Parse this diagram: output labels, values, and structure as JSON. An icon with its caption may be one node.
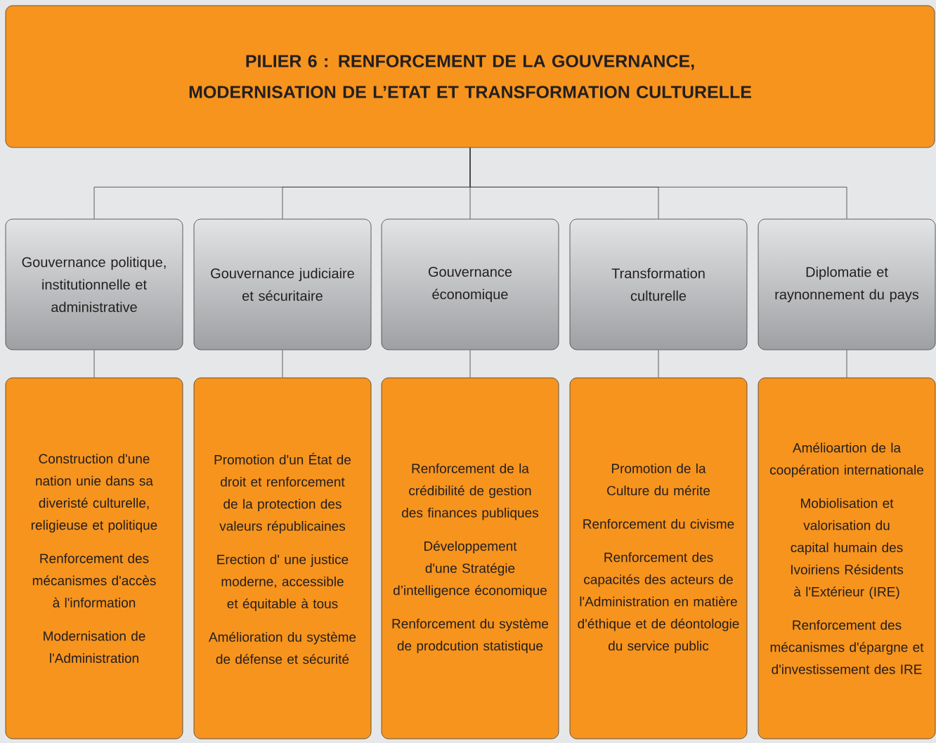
{
  "diagram": {
    "nodes": [
      {
        "text": [
          "PILIER 6 : RENFORCEMENT DE LA GOUVERNANCE, MODERNISATION DE L’ETAT ET TRANSFORMATION CULTURELLE"
        ]
      },
      {
        "text": [
          "Gouvernance politique, institutionnelle et administrative"
        ]
      },
      {
        "text": [
          "Gouvernance judiciaire et sécuritaire"
        ]
      },
      {
        "text": [
          "Gouvernance économique"
        ]
      },
      {
        "text": [
          "Transformation culturelle"
        ]
      },
      {
        "text": [
          "Diplomatie et raynonnement du pays"
        ]
      },
      {
        "text": [
          "Construction d'une nation unie dans sa diveristé culturelle, religieuse et politique",
          "Renforcement des mécanismes d'accès à l'information",
          "Modernisation de l'Administration"
        ]
      },
      {
        "text": [
          "Promotion d'un État de droit et renforcement de la protection des valeurs républicaines",
          "Erection d' une justice moderne, accessible et équitable à tous",
          "Amélioration du système de défense et sécurité"
        ]
      },
      {
        "text": [
          "Renforcement de la crédibilité de gestion des finances publiques",
          "Développement d'une Stratégie d’intelligence économique",
          "Renforcement du système de prodcution statistique"
        ]
      },
      {
        "text": [
          "Promotion de la Culture du mérite",
          "Renforcement du civisme",
          "Renforcement des capacités des acteurs de l'Administration en matière d'éthique et de déontologie du service public"
        ]
      },
      {
        "text": [
          "Amélioartion de la coopération internationale",
          "Mobiolisation et valorisation du capital humain des Ivoiriens Résidents à l'Extérieur (IRE)",
          "Renforcement des mécanismes d'épargne et d'investissement des IRE"
        ]
      }
    ],
    "edges": [
      {
        "from": 0,
        "to": 1,
        "arrow": "none"
      },
      {
        "from": 0,
        "to": 2,
        "arrow": "none"
      },
      {
        "from": 0,
        "to": 3,
        "arrow": "none"
      },
      {
        "from": 0,
        "to": 4,
        "arrow": "none"
      },
      {
        "from": 0,
        "to": 5,
        "arrow": "none"
      },
      {
        "from": 1,
        "to": 6,
        "arrow": "none"
      },
      {
        "from": 2,
        "to": 7,
        "arrow": "none"
      },
      {
        "from": 3,
        "to": 8,
        "arrow": "none"
      },
      {
        "from": 4,
        "to": 9,
        "arrow": "none"
      },
      {
        "from": 5,
        "to": 10,
        "arrow": "none"
      }
    ]
  }
}
